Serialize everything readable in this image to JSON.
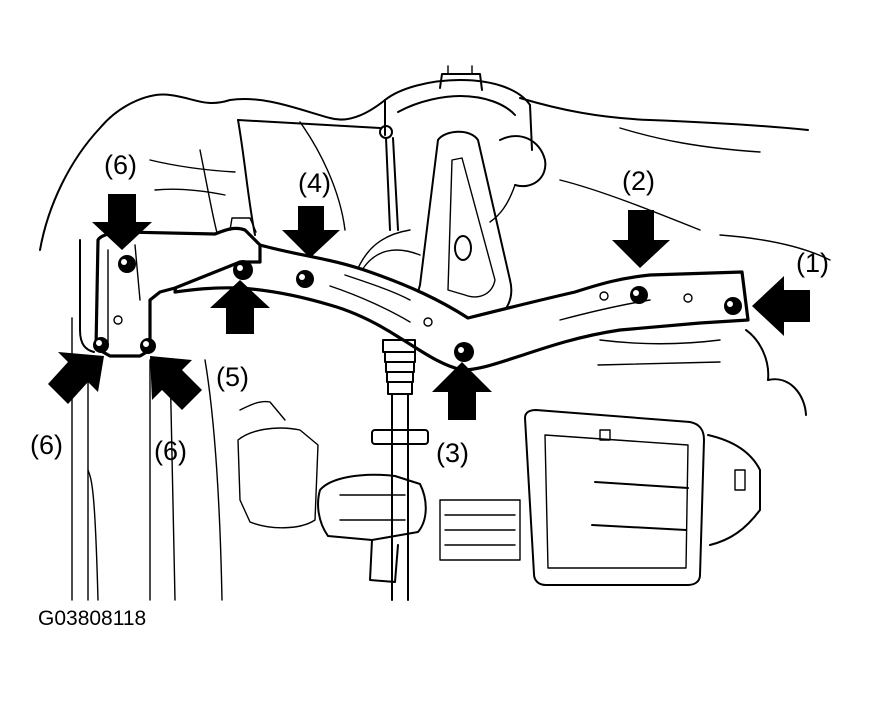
{
  "figure_id": "G03808118",
  "callouts": {
    "c1": "(1)",
    "c2": "(2)",
    "c3": "(3)",
    "c4": "(4)",
    "c5": "(5)",
    "c6_top": "(6)",
    "c6_left": "(6)",
    "c6_right": "(6)"
  }
}
